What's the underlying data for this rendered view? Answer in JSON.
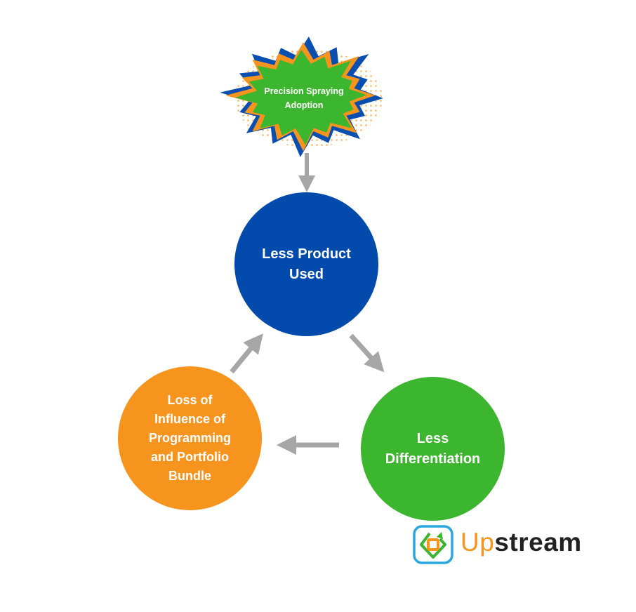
{
  "diagram": {
    "trigger": {
      "label": "Precision Spraying Adoption",
      "line1": "Precision Spraying",
      "line2": "Adoption"
    },
    "nodes": [
      {
        "id": "less-product-used",
        "line1": "Less Product",
        "line2": "Used",
        "color": "#034aad"
      },
      {
        "id": "less-differentiation",
        "line1": "Less",
        "line2": "Differentiation",
        "color": "#3cb52f"
      },
      {
        "id": "loss-of-influence",
        "line1": "Loss of",
        "line2": "Influence of",
        "line3": "Programming",
        "line4": "and Portfolio",
        "line5": "Bundle",
        "color": "#f7941d"
      }
    ],
    "arrow_color": "#a6a6a6"
  },
  "logo": {
    "part1": "Up",
    "part2": "stream",
    "name": "Upstream"
  }
}
